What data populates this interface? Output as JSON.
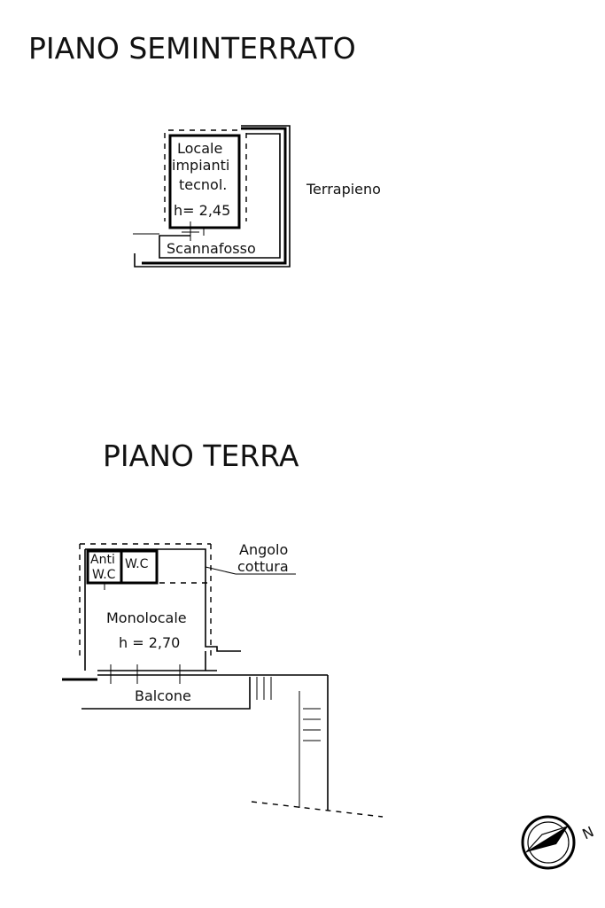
{
  "floors": {
    "basement": {
      "title": "PIANO SEMINTERRATO",
      "room_label_1": "Locale",
      "room_label_2": "impianti",
      "room_label_3": "tecnol.",
      "room_height": "h= 2,45",
      "trench_label": "Scannafosso",
      "fill_label": "Terrapieno"
    },
    "ground": {
      "title": "PIANO TERRA",
      "antiwc_label_1": "Anti",
      "antiwc_label_2": "W.C",
      "wc_label": "W.C",
      "kitchen_label_1": "Angolo",
      "kitchen_label_2": "cottura",
      "room_label": "Monolocale",
      "room_height": "h = 2,70",
      "balcony_label": "Balcone"
    }
  },
  "compass": {
    "icon": "north-arrow-icon",
    "letter": "N"
  }
}
